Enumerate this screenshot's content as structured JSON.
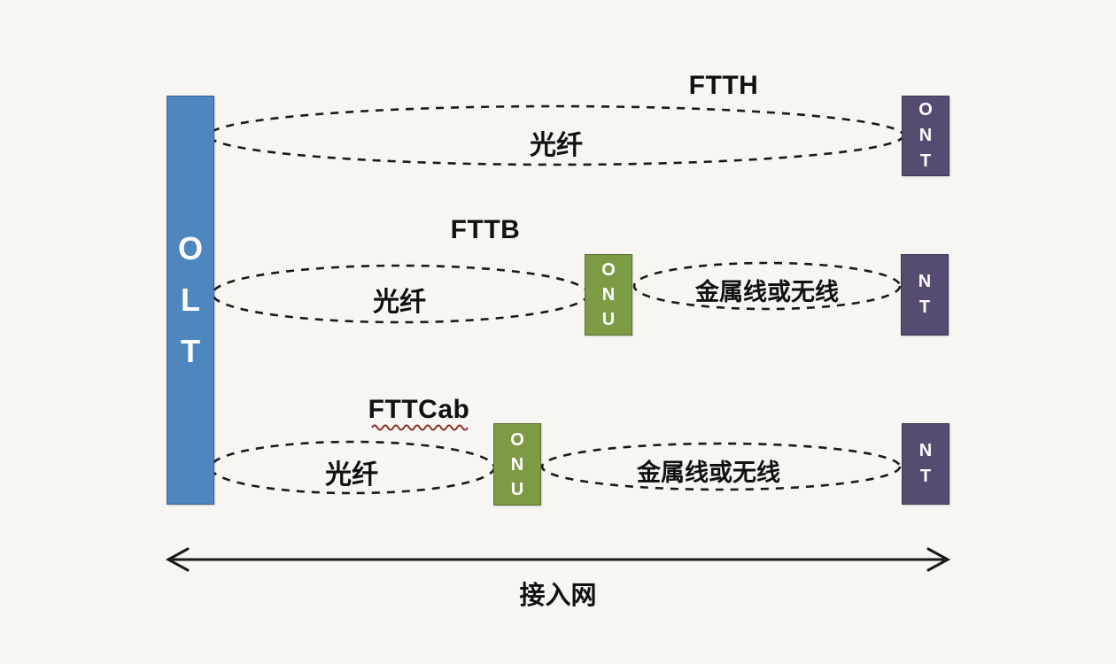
{
  "olt": {
    "label": "OLT"
  },
  "rows": {
    "ftth": {
      "title": "FTTH",
      "fiber_label": "光纤",
      "end_node": "ONT"
    },
    "fttb": {
      "title": "FTTB",
      "fiber_label": "光纤",
      "mid_node": "ONU",
      "copper_label": "金属线或无线",
      "end_node": "NT"
    },
    "fttcab": {
      "title": "FTTCab",
      "fiber_label": "光纤",
      "mid_node": "ONU",
      "copper_label": "金属线或无线",
      "end_node": "NT"
    }
  },
  "axis": {
    "label": "接入网"
  },
  "colors": {
    "olt": "#4e86bf",
    "onu": "#7d9b45",
    "nt": "#574b72",
    "background": "#f8f6f3",
    "line": "#1a1a1a",
    "squiggle": "#8b2c2c"
  }
}
